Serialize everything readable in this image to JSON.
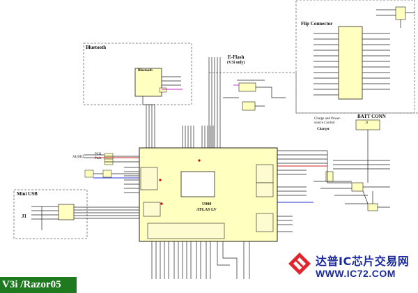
{
  "model_label": "V3i /Razor05",
  "blocks": {
    "bluetooth": {
      "title": "Bluetooth",
      "chip": "Bluetooth"
    },
    "flip_connector": {
      "title": "Flip Connector"
    },
    "eflash": {
      "title": "E-Flash",
      "subtitle": "(V3i only)"
    },
    "charge_control": {
      "title": "Charge and Power-source Control",
      "charger": "Charger"
    },
    "batt_conn": {
      "title": "BATT CONN",
      "ref": "J1"
    },
    "mini_usb": {
      "title": "Mini USB",
      "ref": "J1"
    },
    "processor": {
      "name": "U900",
      "subname": "ATLAS LV"
    }
  },
  "side_labels": {
    "audio_left": "AUDIO",
    "pcb_pads": "PCB Pads"
  },
  "watermark": {
    "cn_text": "达普IC芯片交易网",
    "url": "WWW.IC72.COM",
    "brand_color": "#e0262c",
    "text_color": "#1a2a9c"
  },
  "colors": {
    "chip_fill": "#ffffc0",
    "wire": "#222222",
    "dashed_box": "#555555"
  }
}
